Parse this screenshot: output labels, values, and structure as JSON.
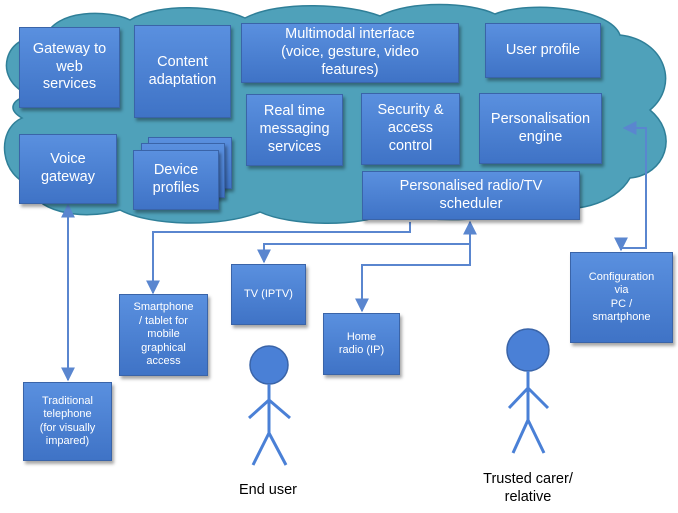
{
  "colors": {
    "cloud_fill": "#4fa1ba",
    "box_fill": "#4a80d6",
    "connector": "#5a86cf",
    "text_on_box": "#ffffff"
  },
  "cloud_services": {
    "gateway_web": "Gateway to\nweb\nservices",
    "content_adaptation": "Content\nadaptation",
    "multimodal": "Multimodal interface\n(voice, gesture, video\nfeatures)",
    "user_profile": "User profile",
    "voice_gateway": "Voice\ngateway",
    "device_profiles": "Device\nprofiles",
    "realtime_messaging": "Real time\nmessaging\nservices",
    "security": "Security &\naccess\ncontrol",
    "personalisation_engine": "Personalisation\nengine",
    "scheduler": "Personalised radio/TV\nscheduler"
  },
  "devices": {
    "smartphone": "Smartphone\n/ tablet for\nmobile\ngraphical\naccess",
    "tv": "TV (IPTV)",
    "home_radio": "Home\nradio (IP)",
    "telephone": "Traditional\ntelephone\n(for visually\nimpared)",
    "configuration": "Configuration\nvia\nPC /\nsmartphone"
  },
  "actors": {
    "end_user": "End user",
    "carer": "Trusted carer/\nrelative"
  }
}
